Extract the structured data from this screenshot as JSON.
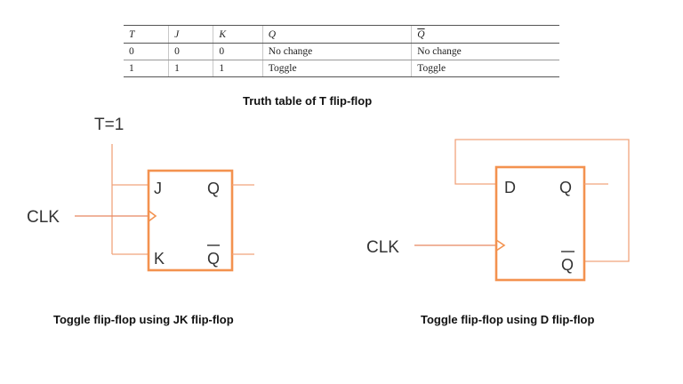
{
  "table": {
    "headers": [
      "T",
      "J",
      "K",
      "Q",
      "Q"
    ],
    "rows": [
      [
        "0",
        "0",
        "0",
        "No change",
        "No change"
      ],
      [
        "1",
        "1",
        "1",
        "Toggle",
        "Toggle"
      ]
    ],
    "caption": "Truth table of T flip-flop"
  },
  "jk_diagram": {
    "t_label": "T=1",
    "clk_label": "CLK",
    "pin_j": "J",
    "pin_k": "K",
    "pin_q": "Q",
    "pin_qbar": "Q",
    "caption": "Toggle flip-flop using JK flip-flop"
  },
  "d_diagram": {
    "clk_label": "CLK",
    "pin_d": "D",
    "pin_q": "Q",
    "pin_qbar": "Q",
    "caption": "Toggle flip-flop using D flip-flop"
  },
  "colors": {
    "wire": "#f0a37c",
    "box": "#f3924f",
    "input_line": "#e88860"
  }
}
